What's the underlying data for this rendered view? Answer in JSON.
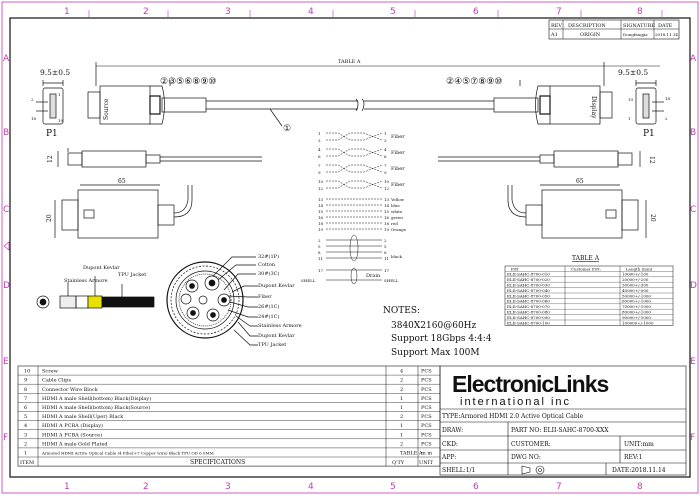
{
  "zones": {
    "top": [
      "1",
      "2",
      "3",
      "4",
      "5",
      "6",
      "7",
      "8"
    ],
    "side": [
      "A",
      "B",
      "C",
      "D",
      "E",
      "F"
    ]
  },
  "revision": {
    "headers": [
      "REV",
      "DESCRIPTION",
      "SIGNATURE",
      "DATE"
    ],
    "row": [
      "A1",
      "ORIGIN",
      "Dongfangjia",
      "2018.11.14"
    ]
  },
  "top_view": {
    "dim_left": "9.5±0.5",
    "dim_right": "9.5±0.5",
    "table_ref": "TABLE A",
    "left_callouts": "②③⑤⑥⑧⑨⑩",
    "right_callouts": "②④⑤⑦⑧⑨⑩",
    "cable_callout": "①",
    "left_label": "Source",
    "right_label": "Display",
    "left_port": "P1",
    "right_port": "P1",
    "pin_left_top": "2",
    "pin_left_bottom": "18",
    "pin_left_top2": "1",
    "pin_left_bottom2": "19",
    "pin_right_top": "19",
    "pin_right_bottom": "1",
    "pin_right_top2": "18",
    "pin_right_bottom2": "2"
  },
  "side_view": {
    "h_left": "12",
    "h_right": "12",
    "len_left": "65",
    "len_right": "65",
    "w_left": "20",
    "w_right": "20"
  },
  "wiring": {
    "pairs": [
      {
        "a": "1",
        "b": "3",
        "a2": "1",
        "b2": "3",
        "label": "Fiber"
      },
      {
        "a": "4",
        "b": "6",
        "a2": "4",
        "b2": "6",
        "label": "Fiber"
      },
      {
        "a": "7",
        "b": "9",
        "a2": "7",
        "b2": "9",
        "label": "Fiber"
      },
      {
        "a": "10",
        "b": "12",
        "a2": "10",
        "b2": "12",
        "label": "Fiber"
      }
    ],
    "copper": [
      {
        "l": "13",
        "r": "13",
        "c": "Yellow"
      },
      {
        "l": "14",
        "r": "14",
        "c": "blue"
      },
      {
        "l": "15",
        "r": "15",
        "c": "white"
      },
      {
        "l": "16",
        "r": "16",
        "c": "green"
      },
      {
        "l": "18",
        "r": "18",
        "c": "red"
      },
      {
        "l": "19",
        "r": "19",
        "c": "Orange"
      }
    ],
    "ground": [
      "2",
      "5",
      "8",
      "11"
    ],
    "ground_label": "black",
    "shell_left": "SHELL",
    "shell_right": "SHELL",
    "drain": "Drain",
    "pin17": "17"
  },
  "cross_section": {
    "labels": [
      "32#(1P)",
      "Cotton",
      "30#(3C)",
      "Dupont Kevlar",
      "Fiber",
      "26#(1C)",
      "24#(1C)",
      "Stainless Armore",
      "Dupont Kevlar",
      "TPU Jacket"
    ],
    "jacket_labels": [
      "Dupont Kevlar",
      "Stainless Armore",
      "TPU Jacket"
    ]
  },
  "notes": {
    "title": "NOTES:",
    "lines": [
      "3840X2160@60Hz",
      "Support 18Gbps 4:4:4",
      "Support Max 100M"
    ]
  },
  "table_a": {
    "title": "TABLE A",
    "headers": [
      "P/N",
      "Customer P/N:",
      "Length (mm)"
    ],
    "rows": [
      [
        "ELII-SAHC-8700-010",
        "",
        "10000+/-100"
      ],
      [
        "ELII-SAHC-8700-020",
        "",
        "20000+/-200"
      ],
      [
        "ELII-SAHC-8700-030",
        "",
        "30000+/-300"
      ],
      [
        "ELII-SAHC-8700-040",
        "",
        "40000+/-500"
      ],
      [
        "ELII-SAHC-8700-050",
        "",
        "50000+/-1000"
      ],
      [
        "ELII-SAHC-8700-060",
        "",
        "60000+/-1000"
      ],
      [
        "ELII-SAHC-8700-070",
        "",
        "70000+/-1000"
      ],
      [
        "ELII-SAHC-8700-080",
        "",
        "80000+/-1000"
      ],
      [
        "ELII-SAHC-8700-090",
        "",
        "90000+/-1000"
      ],
      [
        "ELII-SAHC-8700-100",
        "",
        "100000+/-1000"
      ]
    ]
  },
  "bom": {
    "items": [
      {
        "n": "10",
        "spec": "Screw",
        "qty": "4",
        "unit": "PCS"
      },
      {
        "n": "9",
        "spec": "Cable Clips",
        "qty": "2",
        "unit": "PCS"
      },
      {
        "n": "8",
        "spec": "Connector Wire Block",
        "qty": "2",
        "unit": "PCS"
      },
      {
        "n": "7",
        "spec": "HDMI A male Shell(bottom) Black(Display)",
        "qty": "1",
        "unit": "PCS"
      },
      {
        "n": "6",
        "spec": "HDMI A male Shell(bottom) Black(Source)",
        "qty": "1",
        "unit": "PCS"
      },
      {
        "n": "5",
        "spec": "HDMI A male Shell(Uper) Black",
        "qty": "2",
        "unit": "PCS"
      },
      {
        "n": "4",
        "spec": "HDMI A PCBA (Display)",
        "qty": "1",
        "unit": "PCS"
      },
      {
        "n": "3",
        "spec": "HDMI A PCBA (Source)",
        "qty": "1",
        "unit": "PCS"
      },
      {
        "n": "2",
        "spec": "HDMI A male Gold Plated",
        "qty": "2",
        "unit": "PCS"
      },
      {
        "n": "1",
        "spec": "Armored HDMI Active Optical Cable (4 Fiber+7 Copper wire) Black TPU OD 6.0MM",
        "qty": "TABLE A",
        "unit": "m m"
      }
    ],
    "footer": {
      "item": "ITEM",
      "spec": "SPECIFICATIONS",
      "qty": "Q'TY",
      "unit": "UNIT"
    }
  },
  "title_block": {
    "logo_line1": "ElectronicLinks",
    "logo_line2": "international   inc",
    "type": "TYPE:Armored HDMI 2.0 Active Optical Cable",
    "draw": "DRAW:",
    "part_no": "PART NO: ELII-SAHC-8700-XXX",
    "ckd": "CKD:",
    "customer": "CUSTOMER:",
    "unit": "UNIT:mm",
    "app": "APP:",
    "dwg_no": "DWG NO:",
    "rev": "REV:1",
    "shell": "SHELL:1/1",
    "date": "DATE:2018.11.14"
  },
  "colors": {
    "zone": "#c23bb0",
    "line": "#111111",
    "kevlar": "#e8e000"
  }
}
